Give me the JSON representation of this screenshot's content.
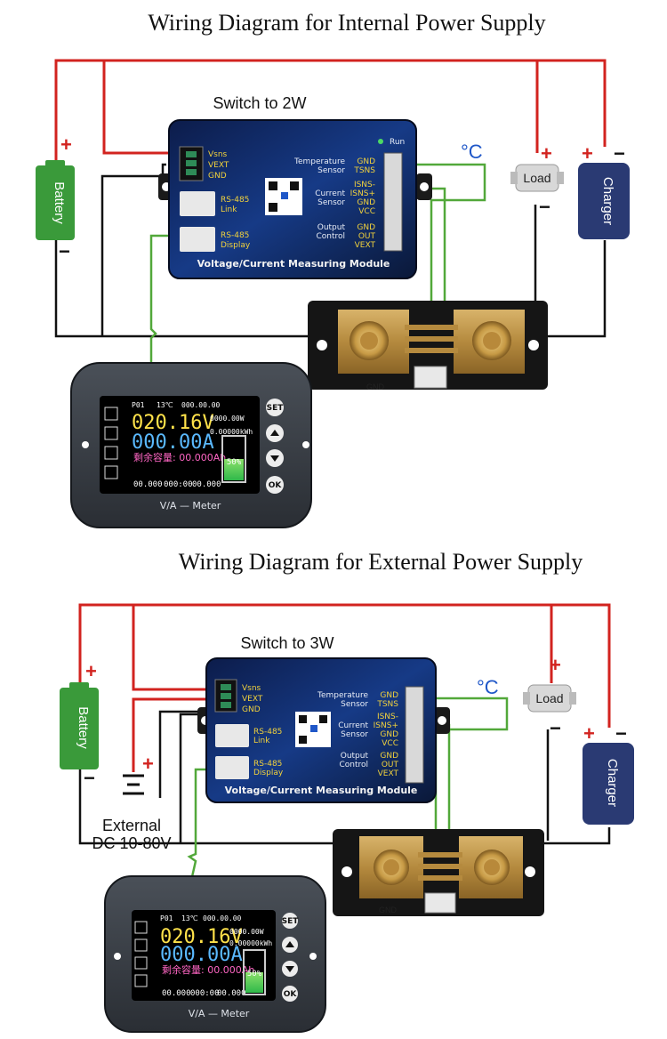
{
  "diagrams": [
    {
      "title": "Wiring Diagram for Internal Power Supply",
      "switch_label": "Switch to 2W",
      "battery_label": "Battery",
      "charger_label": "Charger",
      "load_label": "Load",
      "temp_unit": "°C",
      "shunt_gnd": "GND"
    },
    {
      "title": "Wiring Diagram for External Power Supply",
      "switch_label": "Switch to 3W",
      "battery_label": "Battery",
      "charger_label": "Charger",
      "load_label": "Load",
      "temp_unit": "°C",
      "shunt_gnd": "GND",
      "external_label_1": "External",
      "external_label_2": "DC 10-80V"
    }
  ],
  "module": {
    "run": "Run",
    "vsns": "Vsns",
    "vext": "VEXT",
    "gnd": "GND",
    "rs485_link_1": "RS-485",
    "rs485_link_2": "Link",
    "rs485_display_1": "RS-485",
    "rs485_display_2": "Display",
    "temp_1": "Temperature",
    "temp_2": "Sensor",
    "t_gnd": "GND",
    "tsns": "TSNS",
    "cur_1": "Current",
    "cur_2": "Sensor",
    "isns_minus": "ISNS-",
    "isns_plus": "ISNS+",
    "c_gnd": "GND",
    "vcc": "VCC",
    "out_1": "Output",
    "out_2": "Control",
    "o_gnd": "GND",
    "out": "OUT",
    "o_vext": "VEXT",
    "footer": "Voltage/Current Measuring Module"
  },
  "meter": {
    "voltage": "020.16V",
    "current": "000.00A",
    "power": "0000.00W",
    "energy": "0.00000kWh",
    "capacity": "剩余容量: 00.000Ah",
    "battery_pct": "50%",
    "status_pd": "P01",
    "status_temp": "13℃",
    "status_time": "000.00.00",
    "t1": "00.000",
    "t2": "000:00",
    "t3": "00.000",
    "footer": "V/A — Meter",
    "btn_set": "SET",
    "btn_ok": "OK"
  },
  "colors": {
    "red_wire": "#d2231f",
    "black_wire": "#111111",
    "green_wire": "#52a83a",
    "battery": "#3a9a3a",
    "charger": "#2a3a73"
  }
}
